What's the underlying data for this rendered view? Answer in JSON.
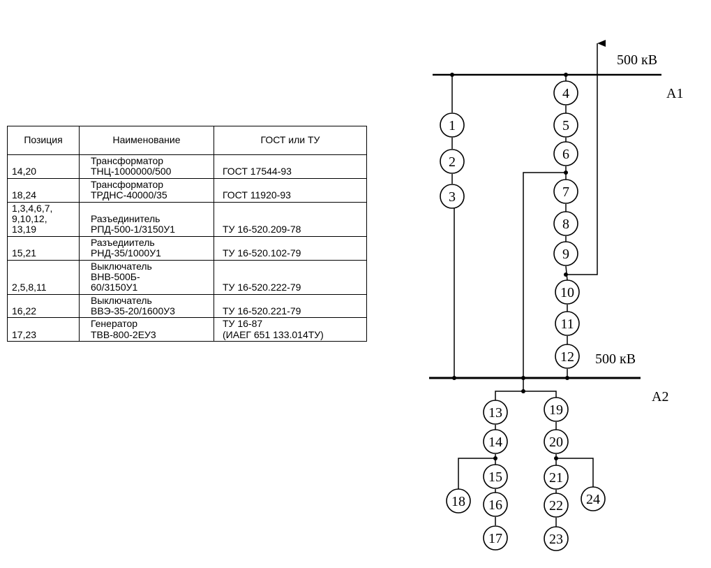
{
  "table": {
    "headers": [
      "Позиция",
      "Наименование",
      "ГОСТ или ТУ"
    ],
    "rows": [
      {
        "position": "14,20",
        "name": "Трансформатор\nТНЦ-1000000/500",
        "gost": "ГОСТ 17544-93"
      },
      {
        "position": "18,24",
        "name": "Трансформатор\nТРДНС-40000/35",
        "gost": "ГОСТ 11920-93"
      },
      {
        "position": "1,3,4,6,7,\n9,10,12,\n13,19",
        "name": "Разъединитель\nРПД-500-1/3150У1",
        "gost": "ТУ 16-520.209-78"
      },
      {
        "position": "15,21",
        "name": "Разъедиитель\nРНД-35/1000У1",
        "gost": "ТУ 16-520.102-79"
      },
      {
        "position": "2,5,8,11",
        "name": "Выключатель\nВНВ-500Б-\n60/3150У1",
        "gost": "ТУ 16-520.222-79"
      },
      {
        "position": "16,22",
        "name": "Выключатель\nВВЭ-35-20/1600У3",
        "gost": "ТУ 16-520.221-79"
      },
      {
        "position": "17,23",
        "name": "Генератор\nТВВ-800-2ЕУ3",
        "gost": "ТУ 16-87\n(ИАЕГ 651 133.014ТУ)"
      }
    ]
  },
  "diagram": {
    "bus_a1": {
      "name": "A1",
      "voltage": "500 кВ"
    },
    "bus_a2": {
      "name": "A2",
      "voltage": "500 кВ"
    },
    "nodes": [
      "1",
      "2",
      "3",
      "4",
      "5",
      "6",
      "7",
      "8",
      "9",
      "10",
      "11",
      "12",
      "13",
      "14",
      "15",
      "16",
      "17",
      "18",
      "19",
      "20",
      "21",
      "22",
      "23",
      "24"
    ]
  }
}
